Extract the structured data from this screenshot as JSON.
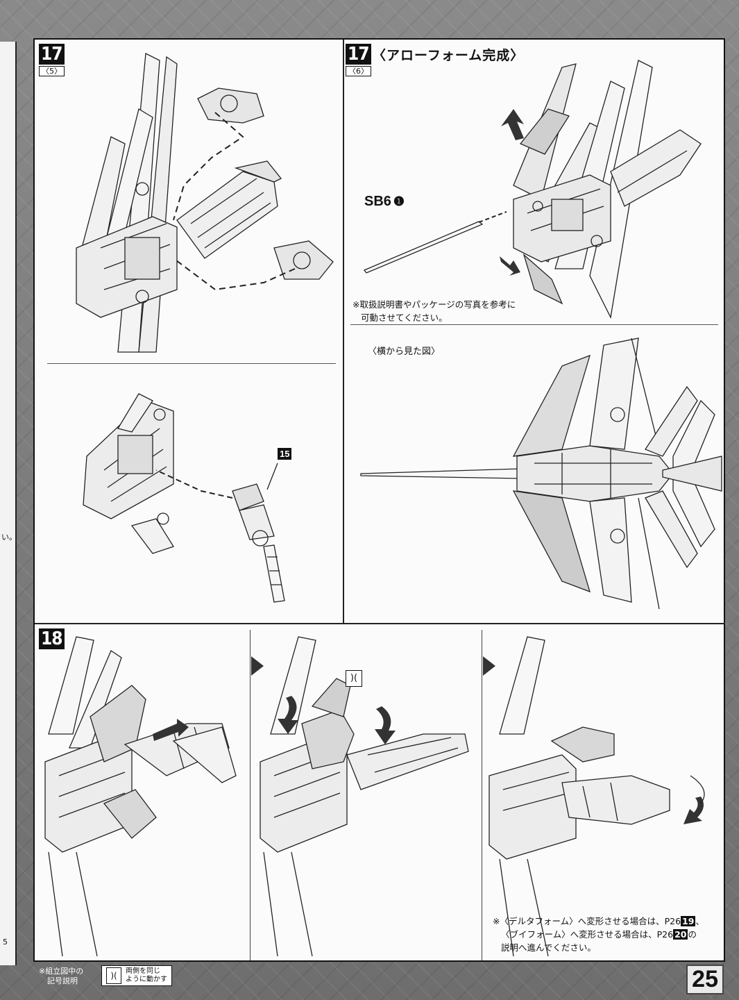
{
  "step17_5": {
    "num": "17",
    "sub": "〈5〉"
  },
  "step17_6": {
    "num": "17",
    "sub": "〈6〉",
    "title": "〈アローフォーム完成〉"
  },
  "part_sb6": "SB6",
  "part_sb6_qty": "❶",
  "note_17_6_line1": "※取扱説明書やパッケージの写真を参考に",
  "note_17_6_line2": "可動させてください。",
  "side_view_label": "〈横から見た図〉",
  "part_15": "15",
  "step18": {
    "num": "18"
  },
  "note_18": {
    "line1": "※〈デルタフォーム〉へ変形させる場合は、P26",
    "ref1": "19",
    "line1_end": "、",
    "line2": "〈ブイフォーム〉へ変形させる場合は、P26",
    "ref2": "20",
    "line2_end": "の",
    "line3": "説明へ進んでください。"
  },
  "footer": {
    "symbol_note_line1": "※組立図中の",
    "symbol_note_line2": "記号説明",
    "legend_text_line1": "両側を同じ",
    "legend_text_line2": "ように動かす"
  },
  "left_strip_text": [
    "い。",
    "5"
  ],
  "page_number": "25"
}
